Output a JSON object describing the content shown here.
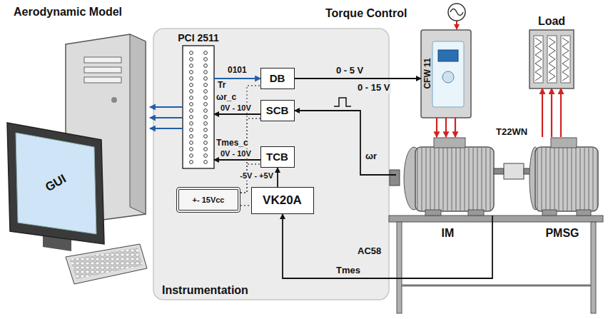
{
  "diagram": {
    "nodes": [
      {
        "text": [
          "GUI"
        ]
      },
      {
        "text": [
          "Instrumentation"
        ]
      },
      {
        "text": [
          "PCI 2511"
        ],
        "in": 1
      },
      {
        "text": [
          "DB"
        ],
        "in": 1
      },
      {
        "text": [
          "SCB"
        ],
        "in": 1
      },
      {
        "text": [
          "TCB"
        ],
        "in": 1
      },
      {
        "text": [
          "+- 15Vcc"
        ],
        "in": 1
      },
      {
        "text": [
          "VK20A"
        ],
        "in": 1
      },
      {
        "text": [
          "CFW 11"
        ]
      },
      {
        "text": [
          "Load"
        ]
      },
      {
        "text": [
          "IM"
        ]
      },
      {
        "text": [
          "PMSG"
        ]
      }
    ],
    "edges": [
      {
        "from": 2,
        "to": 0,
        "arrow": "to"
      },
      {
        "from": 2,
        "to": 0,
        "arrow": "to"
      },
      {
        "from": 2,
        "to": 0,
        "arrow": "to"
      },
      {
        "from": 2,
        "to": 3,
        "label": "Tr",
        "arrow": "to"
      },
      {
        "from": 4,
        "to": 2,
        "label": "ωr_c",
        "arrow": "to"
      },
      {
        "from": 5,
        "to": 2,
        "label": "Tmes_c",
        "arrow": "to"
      },
      {
        "from": 7,
        "to": 5,
        "label": "-5V - +5V",
        "arrow": "to"
      },
      {
        "from": 6,
        "to": 3,
        "arrow": "none"
      },
      {
        "from": 6,
        "to": 4,
        "arrow": "none"
      },
      {
        "from": 6,
        "to": 5,
        "arrow": "none"
      },
      {
        "from": 6,
        "to": 7,
        "arrow": "none"
      },
      {
        "from": 3,
        "to": 8,
        "label": "0 - 5 V",
        "arrow": "to"
      },
      {
        "from": 10,
        "to": 4,
        "label": "ωr",
        "arrow": "to"
      },
      {
        "from": 10,
        "to": 7,
        "label": "Tmes",
        "arrow": "to"
      },
      {
        "from": 8,
        "to": 10,
        "arrow": "to"
      },
      {
        "from": 11,
        "to": 9,
        "arrow": "to"
      }
    ],
    "labels": [
      "Aerodynamic Model",
      "Torque Control",
      "0101",
      "0V - 10V",
      "0V - 10V",
      "0 - 15 V",
      "T22WN",
      "AC58"
    ]
  }
}
